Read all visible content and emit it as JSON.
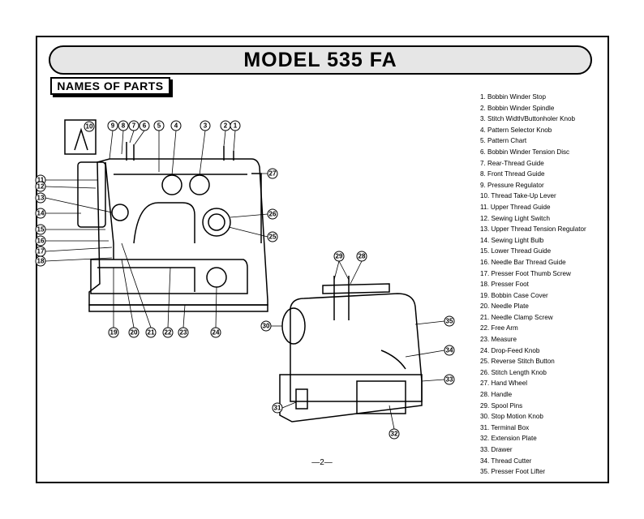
{
  "title": "MODEL 535 FA",
  "section_heading": "NAMES OF PARTS",
  "page_number": "—2—",
  "parts": [
    {
      "num": "1.",
      "name": "Bobbin Winder Stop"
    },
    {
      "num": "2.",
      "name": "Bobbin Winder Spindle"
    },
    {
      "num": "3.",
      "name": "Stitch Width/Buttonholer Knob"
    },
    {
      "num": "4.",
      "name": "Pattern Selector Knob"
    },
    {
      "num": "5.",
      "name": "Pattern Chart"
    },
    {
      "num": "6.",
      "name": "Bobbin Winder Tension Disc"
    },
    {
      "num": "7.",
      "name": "Rear-Thread Guide"
    },
    {
      "num": "8.",
      "name": "Front Thread Guide"
    },
    {
      "num": "9.",
      "name": "Pressure Regulator"
    },
    {
      "num": "10.",
      "name": "Thread Take-Up Lever"
    },
    {
      "num": "11.",
      "name": "Upper Thread Guide"
    },
    {
      "num": "12.",
      "name": "Sewing Light Switch"
    },
    {
      "num": "13.",
      "name": "Upper Thread Tension Regulator"
    },
    {
      "num": "14.",
      "name": "Sewing Light Bulb"
    },
    {
      "num": "15.",
      "name": "Lower Thread Guide"
    },
    {
      "num": "16.",
      "name": "Needle Bar Thread Guide"
    },
    {
      "num": "17.",
      "name": "Presser Foot Thumb Screw"
    },
    {
      "num": "18.",
      "name": "Presser Foot"
    },
    {
      "num": "19.",
      "name": "Bobbin Case Cover"
    },
    {
      "num": "20.",
      "name": "Needle Plate"
    },
    {
      "num": "21.",
      "name": "Needle Clamp Screw"
    },
    {
      "num": "22.",
      "name": "Free Arm"
    },
    {
      "num": "23.",
      "name": "Measure"
    },
    {
      "num": "24.",
      "name": "Drop-Feed Knob"
    },
    {
      "num": "25.",
      "name": "Reverse Stitch Button"
    },
    {
      "num": "26.",
      "name": "Stitch Length Knob"
    },
    {
      "num": "27.",
      "name": "Hand Wheel"
    },
    {
      "num": "28.",
      "name": "Handle"
    },
    {
      "num": "29.",
      "name": "Spool Pins"
    },
    {
      "num": "30.",
      "name": "Stop Motion Knob"
    },
    {
      "num": "31.",
      "name": "Terminal Box"
    },
    {
      "num": "32.",
      "name": "Extension Plate"
    },
    {
      "num": "33.",
      "name": "Drawer"
    },
    {
      "num": "34.",
      "name": "Thread Cutter"
    },
    {
      "num": "35.",
      "name": "Presser Foot Lifter"
    }
  ],
  "callouts_front": [
    "1",
    "2",
    "3",
    "4",
    "5",
    "6",
    "7",
    "8",
    "9",
    "10",
    "11",
    "12",
    "13",
    "14",
    "15",
    "16",
    "17",
    "18",
    "19",
    "20",
    "21",
    "22",
    "23",
    "24",
    "25",
    "26",
    "27"
  ],
  "callouts_rear": [
    "28",
    "29",
    "30",
    "31",
    "32",
    "33",
    "34",
    "35"
  ]
}
